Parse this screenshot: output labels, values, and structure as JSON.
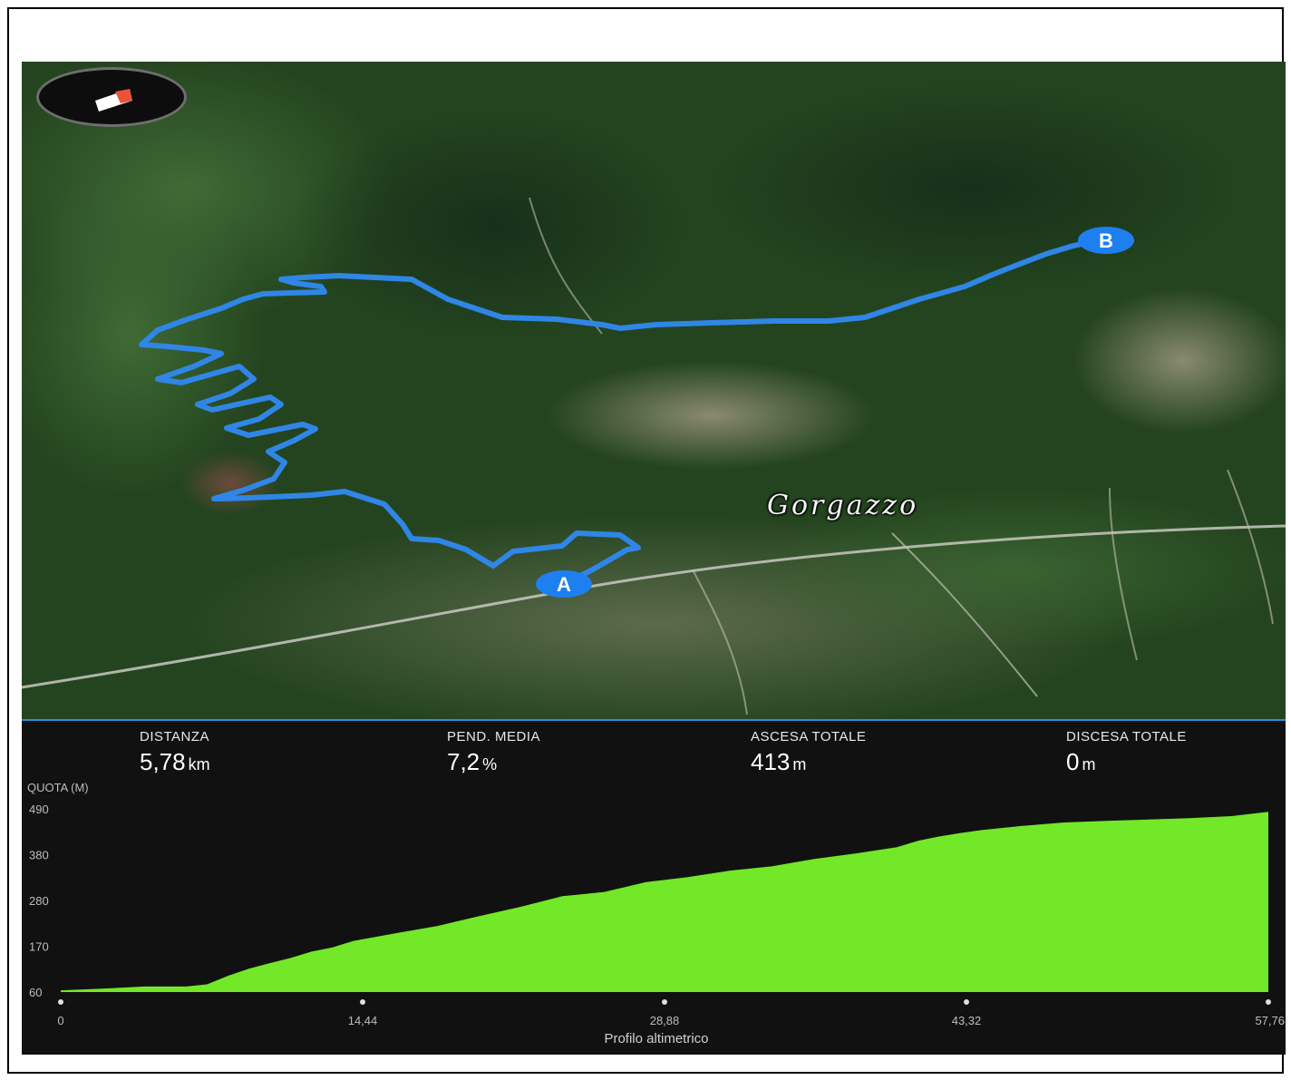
{
  "map": {
    "place_label": "Gorgazzo",
    "marker_start": "A",
    "marker_end": "B",
    "route_color": "#2f86e6",
    "marker_color": "#1e7ff0",
    "compass_icon": "compass-icon"
  },
  "stats": [
    {
      "label": "DISTANZA",
      "value": "5,78",
      "unit": "km"
    },
    {
      "label": "PEND. MEDIA",
      "value": "7,2",
      "unit": "%"
    },
    {
      "label": "ASCESA TOTALE",
      "value": "413",
      "unit": "m"
    },
    {
      "label": "DISCESA TOTALE",
      "value": "0",
      "unit": "m"
    }
  ],
  "chart_data": {
    "type": "area",
    "title": "Profilo altimetrico",
    "ylabel": "QUOTA (M)",
    "xlabel": "",
    "y_ticks": [
      "490",
      "380",
      "280",
      "170",
      "60"
    ],
    "x_ticks": [
      "0",
      "14,44",
      "28,88",
      "43,32",
      "57,76"
    ],
    "xlim": [
      0,
      57.76
    ],
    "ylim": [
      60,
      490
    ],
    "fill_color": "#72e828",
    "x": [
      0,
      2,
      4,
      6,
      7,
      8,
      9,
      10,
      11,
      12,
      13,
      14,
      16,
      18,
      20,
      22,
      24,
      26,
      28,
      30,
      32,
      34,
      36,
      38,
      40,
      41,
      42,
      43,
      44,
      46,
      48,
      50,
      52,
      54,
      56,
      57.76
    ],
    "y": [
      64,
      68,
      73,
      73,
      78,
      98,
      115,
      128,
      140,
      155,
      165,
      180,
      198,
      215,
      238,
      260,
      285,
      295,
      318,
      330,
      345,
      355,
      372,
      385,
      400,
      415,
      425,
      433,
      440,
      450,
      458,
      462,
      465,
      468,
      473,
      483
    ]
  }
}
